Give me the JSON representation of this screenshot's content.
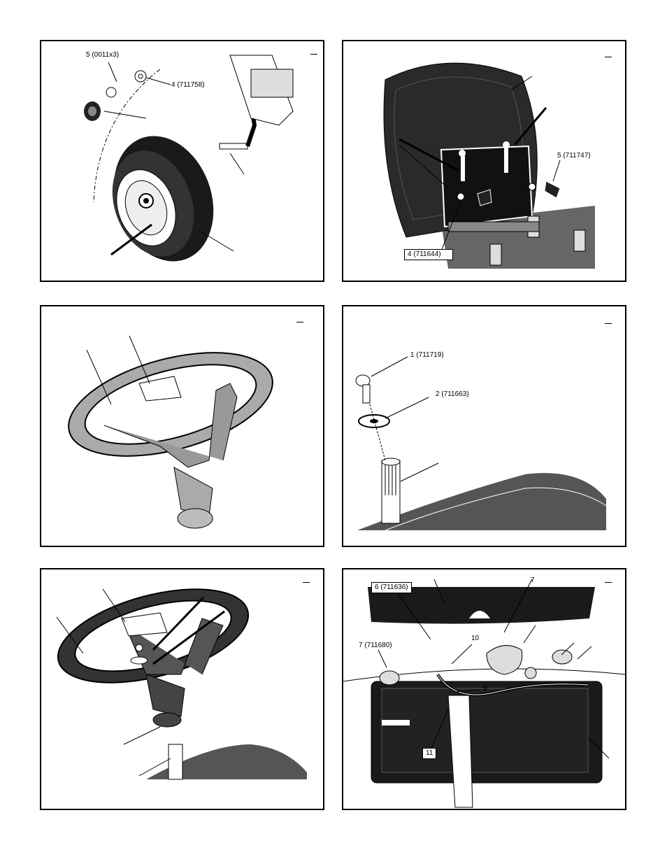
{
  "panels": [
    {
      "id": "wheel",
      "labels": [
        "5 (0011x3)",
        "4 (711758)"
      ]
    },
    {
      "id": "seat",
      "labels": [
        "5 (711747)",
        "4 (711644)"
      ]
    },
    {
      "id": "steering-wheel",
      "labels": []
    },
    {
      "id": "steering-shaft",
      "labels": [
        "1 (711719)",
        "2 (711663)"
      ]
    },
    {
      "id": "steering-install",
      "labels": []
    },
    {
      "id": "battery",
      "labels": [
        "6 (711636)",
        "7",
        "10",
        "7 (711680)",
        "9",
        "11"
      ]
    }
  ]
}
